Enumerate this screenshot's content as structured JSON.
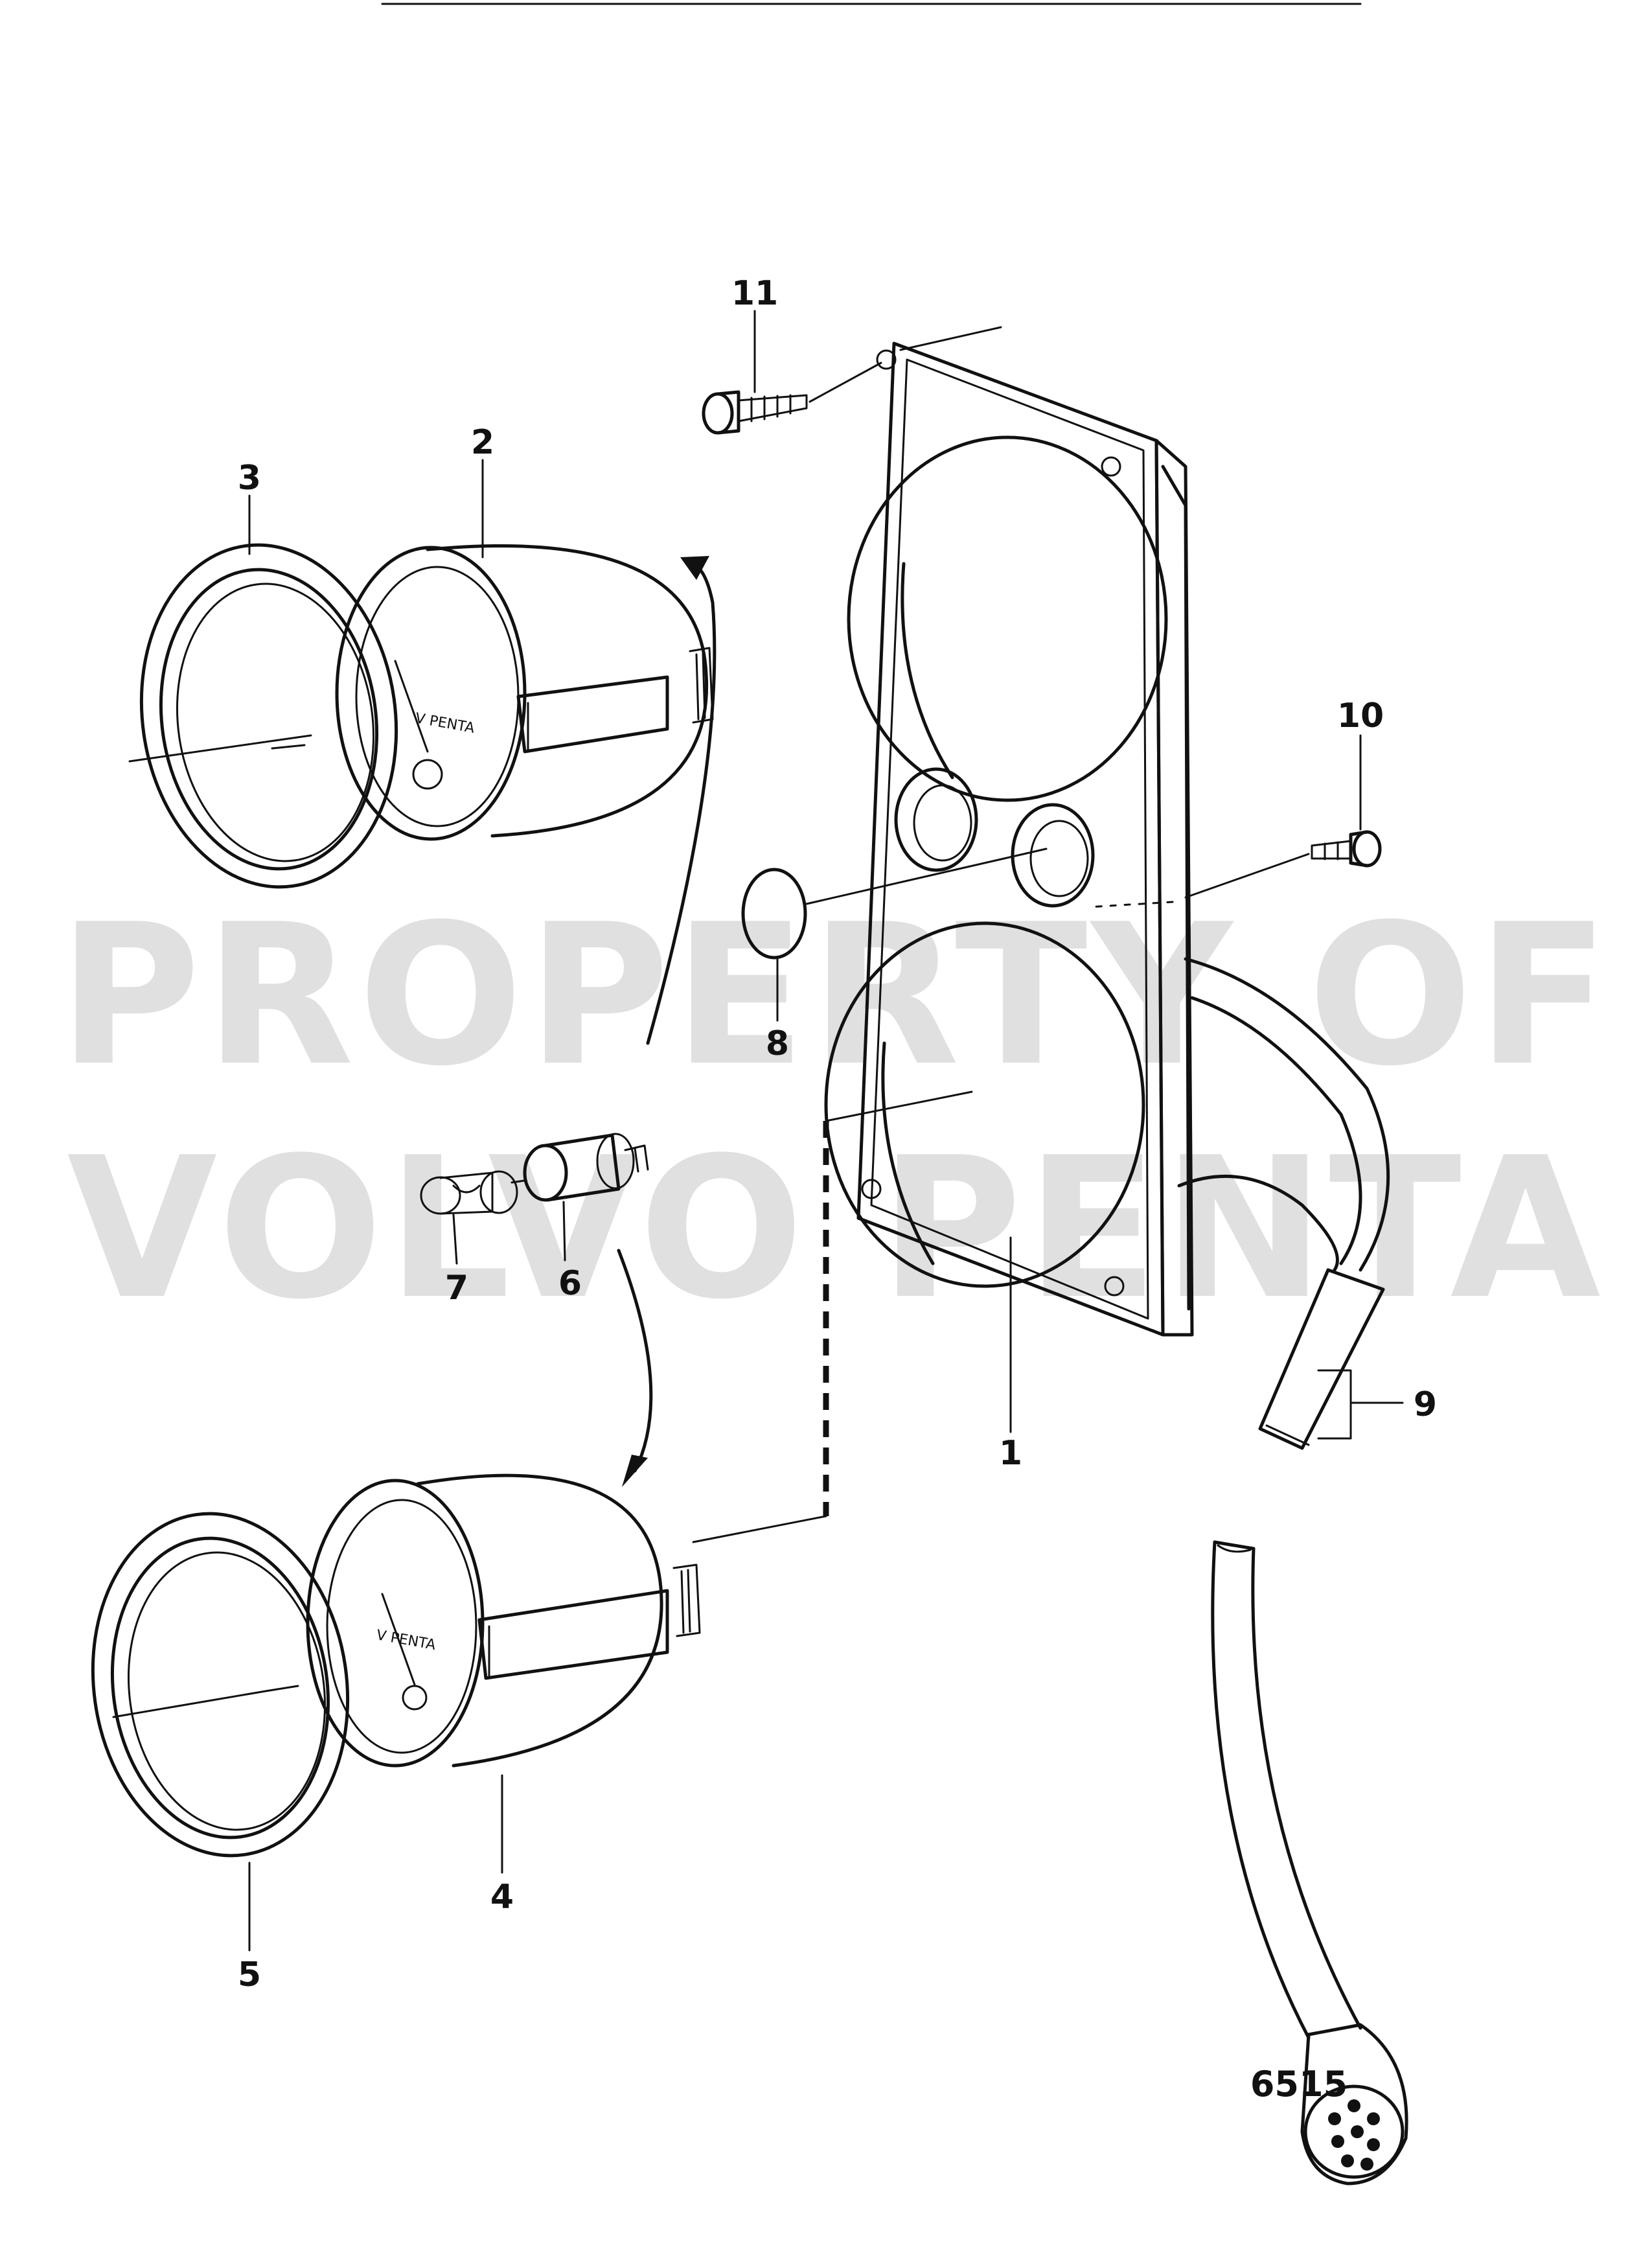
{
  "diagram": {
    "figure_number": "6515",
    "watermark": {
      "line1": "PROPERTY OF",
      "line2": "VOLVO PENTA"
    },
    "callouts": [
      {
        "id": "1",
        "label": "1"
      },
      {
        "id": "2",
        "label": "2"
      },
      {
        "id": "3",
        "label": "3"
      },
      {
        "id": "4",
        "label": "4"
      },
      {
        "id": "5",
        "label": "5"
      },
      {
        "id": "6",
        "label": "6"
      },
      {
        "id": "7",
        "label": "7"
      },
      {
        "id": "8",
        "label": "8"
      },
      {
        "id": "9",
        "label": "9"
      },
      {
        "id": "10",
        "label": "10"
      },
      {
        "id": "11",
        "label": "11"
      }
    ]
  }
}
